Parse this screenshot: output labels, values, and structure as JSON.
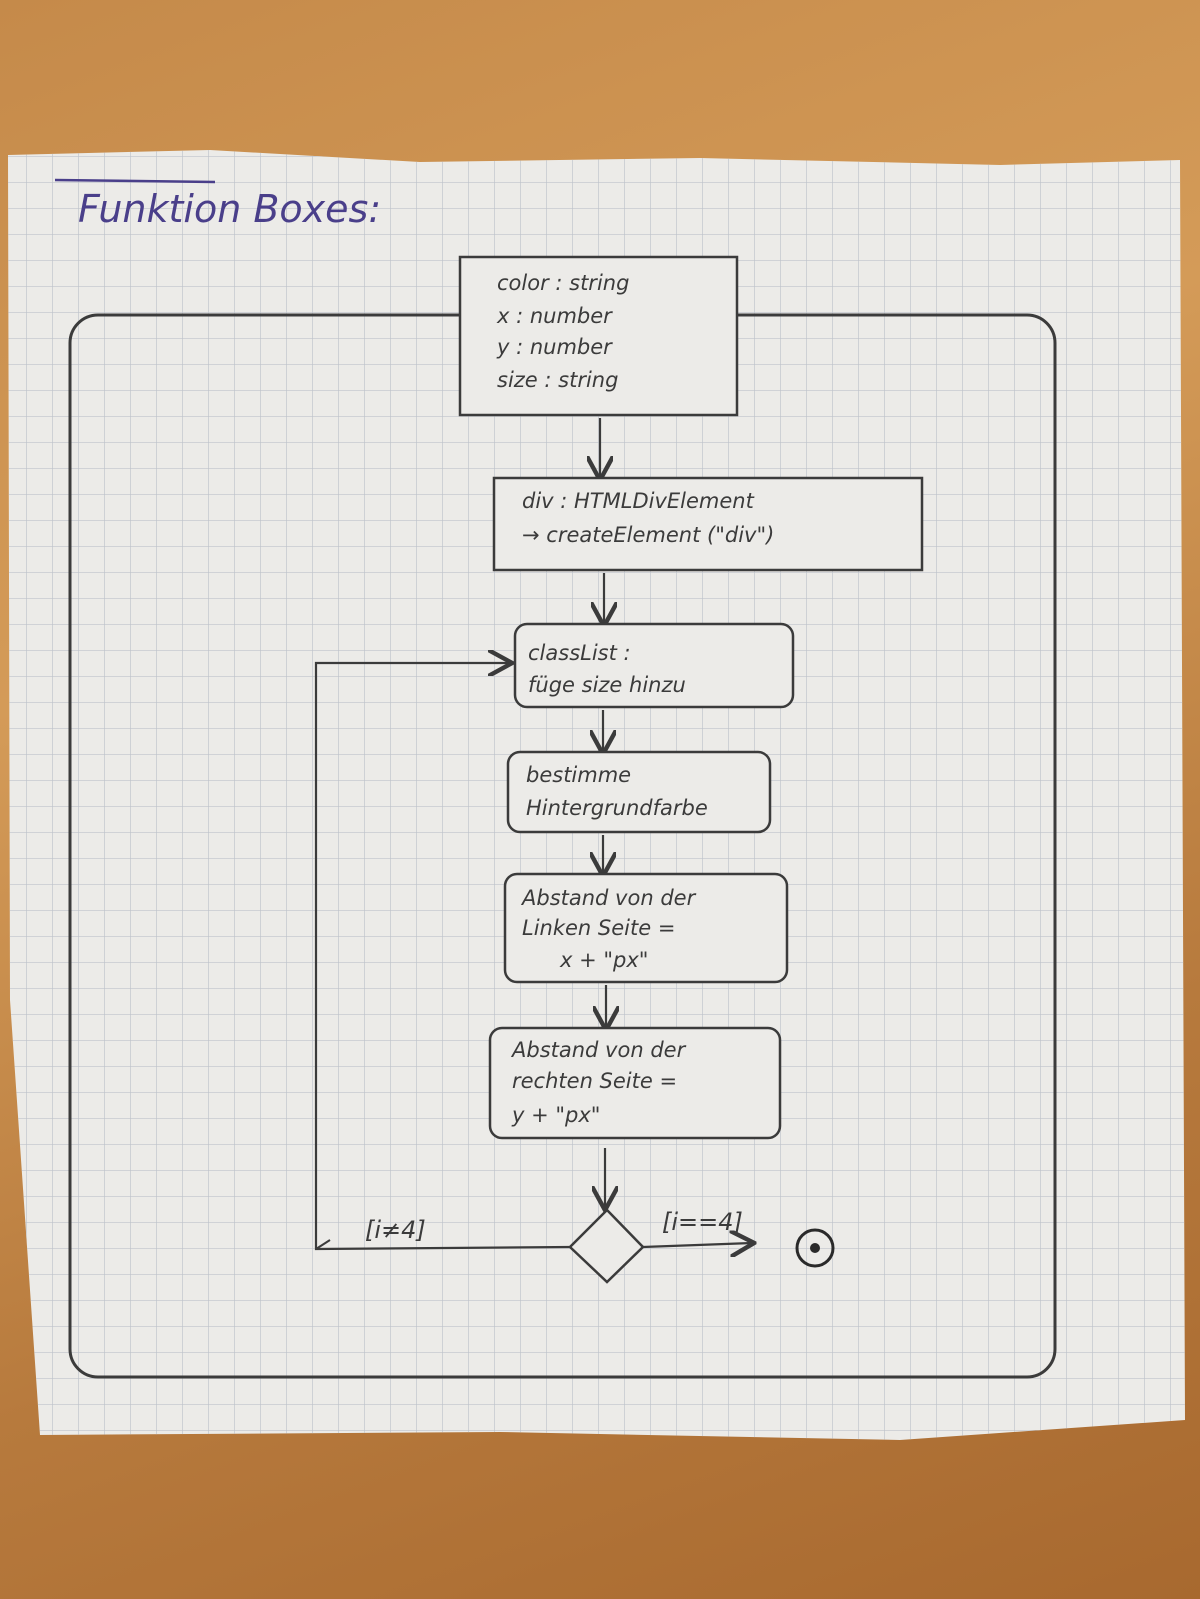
{
  "title": "Funktion Boxes:",
  "params_box": {
    "lines": [
      "color : string",
      "x : number",
      "y : number",
      "size : string"
    ]
  },
  "create_box": {
    "lines": [
      "div : HTMLDivElement",
      "→ createElement (\"div\")"
    ]
  },
  "classlist_box": {
    "lines": [
      "classList :",
      "füge size hinzu"
    ]
  },
  "color_box": {
    "lines": [
      "bestimme",
      "Hintergrundfarbe"
    ]
  },
  "left_box": {
    "lines": [
      "Abstand von der",
      "Linken Seite =",
      "x + \"px\""
    ]
  },
  "right_box": {
    "lines": [
      "Abstand von der",
      "rechten Seite =",
      "y + \"px\""
    ]
  },
  "guards": {
    "loop": "[i≠4]",
    "exit": "[i==4]"
  },
  "colors": {
    "paper": "#ecebe8",
    "grid": "#b9bfc7",
    "ink": "#3b3b3b",
    "title_ink": "#4a3f8a"
  }
}
